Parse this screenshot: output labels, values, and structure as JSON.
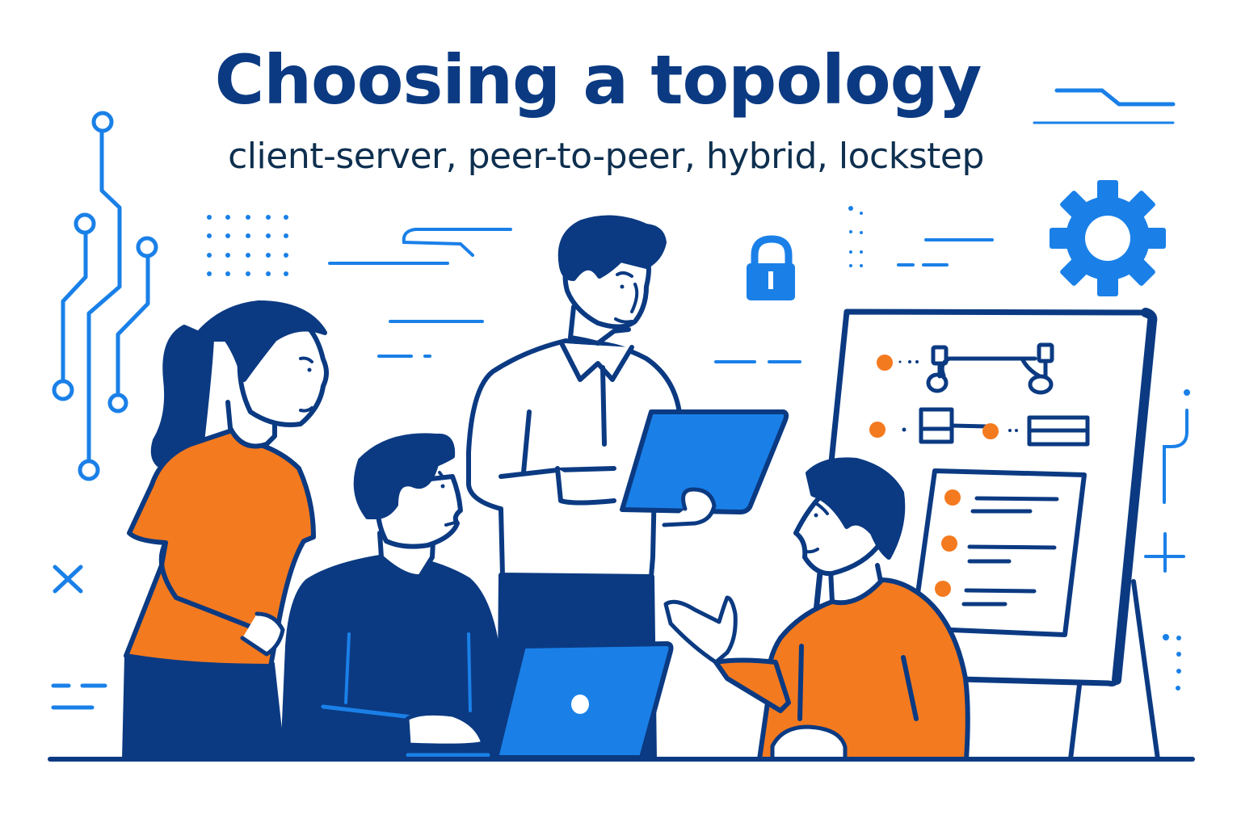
{
  "header": {
    "title": "Choosing a topology",
    "subtitle": "client-server, peer-to-peer, hybrid, lockstep"
  },
  "palette": {
    "navy": "#0b3a82",
    "accent_blue": "#1a80e8",
    "orange": "#f47a1f",
    "text_dark": "#0e2f4f",
    "background": "#ffffff"
  },
  "illustration": {
    "people": [
      {
        "role": "woman-standing",
        "shirt": "orange"
      },
      {
        "role": "man-seated-laptop",
        "shirt": "navy"
      },
      {
        "role": "man-standing-tablet",
        "shirt": "white"
      },
      {
        "role": "man-seated-gesturing",
        "shirt": "orange"
      }
    ],
    "whiteboard": {
      "diagrams": [
        "network-node-diagram",
        "box-link-diagram"
      ],
      "list_items": 3
    },
    "decorations": [
      "circuit-traces",
      "dot-grid",
      "lock-icon",
      "gear-icon",
      "x-mark",
      "plus-mark",
      "dash-lines"
    ]
  }
}
